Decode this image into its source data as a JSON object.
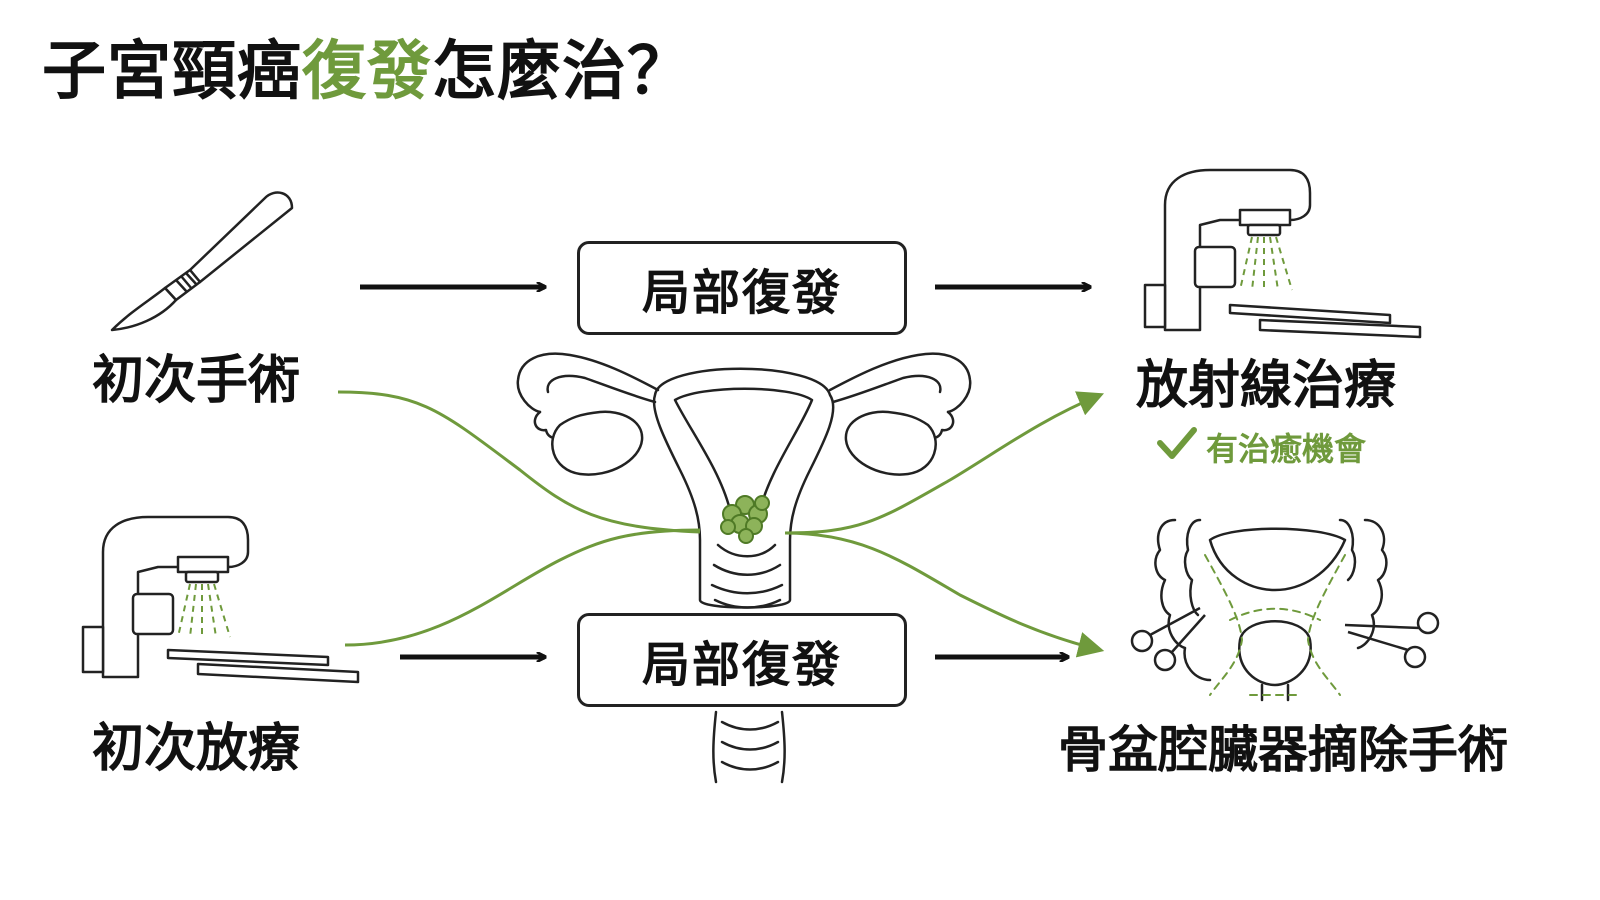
{
  "title": {
    "prefix": "子宮頸癌",
    "highlight": "復發",
    "suffix": "怎麼治？"
  },
  "sources": {
    "surgery": "初次手術",
    "radiotherapy": "初次放療"
  },
  "recurrence_top": "局部復發",
  "recurrence_bottom": "局部復發",
  "outcomes": {
    "radiation": "放射線治療",
    "radiation_note": "有治癒機會",
    "exenteration": "骨盆腔臟器摘除手術"
  },
  "colors": {
    "accent": "#6f9a3c",
    "ink": "#111111"
  },
  "icons": [
    "scalpel-icon",
    "linac-machine-icon",
    "uterus-illustration",
    "pelvis-illustration",
    "surgical-scissors-icon",
    "checkmark-icon"
  ]
}
